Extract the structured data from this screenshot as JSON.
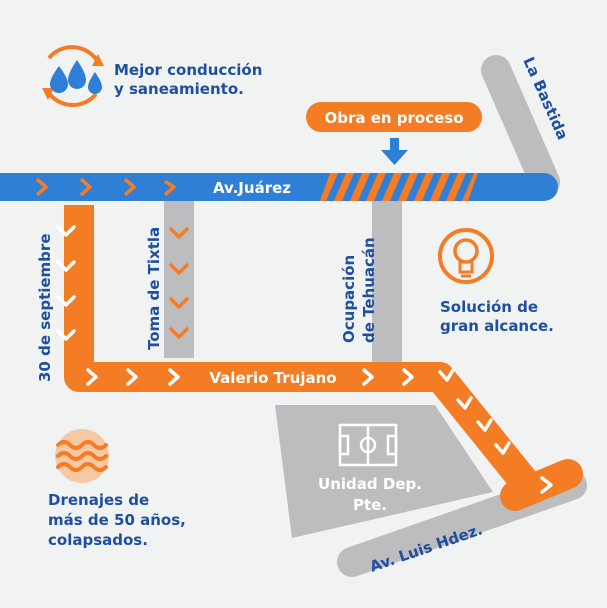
{
  "colors": {
    "background": "#f1f2f2",
    "street_gray": "#bdbdbf",
    "blue": "#2f7fd6",
    "orange": "#f47c24",
    "navy": "#1f4fa0",
    "white": "#ffffff"
  },
  "streets": {
    "av_juarez": "Av.Juárez",
    "la_bastida": "La Bastida",
    "sept30": "30 de septiembre",
    "toma_tixtla": "Toma de Tixtla",
    "ocupacion_line1": "Ocupación",
    "ocupacion_line2": "de Tehuacán",
    "valerio": "Valerio Trujano",
    "luis_hdez": "Av. Luis Hdez."
  },
  "callouts": {
    "obra": "Obra en proceso",
    "conduccion_line1": "Mejor conducción",
    "conduccion_line2": "y saneamiento.",
    "solucion_line1": "Solución de",
    "solucion_line2": "gran alcance.",
    "drenajes_line1": "Drenajes de",
    "drenajes_line2": "más de 50 años,",
    "drenajes_line3": "colapsados."
  },
  "landmarks": {
    "unidad_line1": "Unidad Dep.",
    "unidad_line2": "Pte."
  },
  "icons": {
    "water": "water-drops-recycle-icon",
    "lightbulb": "lightbulb-icon",
    "waves": "waves-icon",
    "field": "soccer-field-icon",
    "arrow": "arrow-down-icon"
  }
}
